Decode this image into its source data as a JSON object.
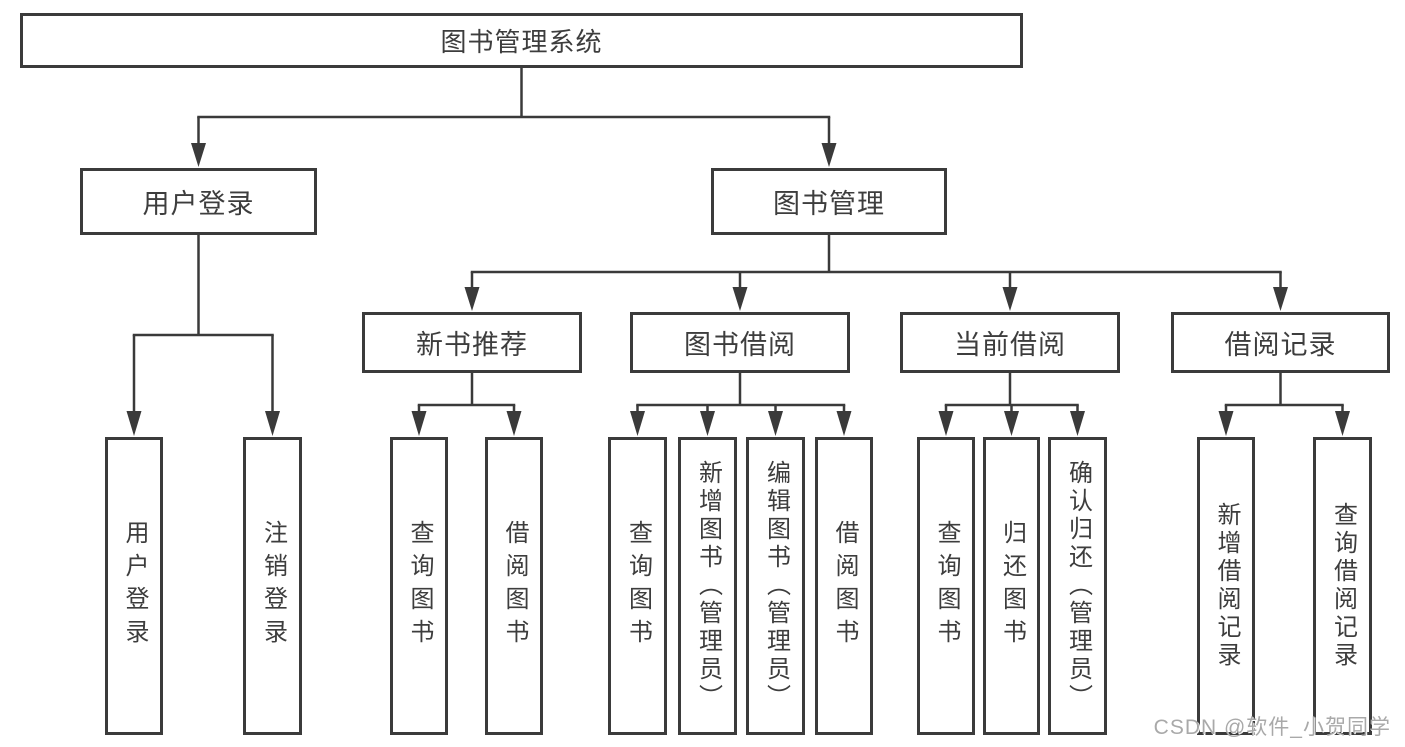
{
  "diagram": {
    "type": "hierarchy-tree",
    "colors": {
      "line": "#3a3a3a",
      "border": "#3b3b3b",
      "text": "#3d3d3d",
      "background": "#ffffff",
      "watermark": "#a9a9a9"
    },
    "tree": {
      "label": "图书管理系统",
      "children": [
        {
          "label": "用户登录",
          "children": [
            {
              "label": "用户登录"
            },
            {
              "label": "注销登录"
            }
          ]
        },
        {
          "label": "图书管理",
          "children": [
            {
              "label": "新书推荐",
              "children": [
                {
                  "label": "查询图书"
                },
                {
                  "label": "借阅图书"
                }
              ]
            },
            {
              "label": "图书借阅",
              "children": [
                {
                  "label": "查询图书"
                },
                {
                  "label": "新增图书（管理员）"
                },
                {
                  "label": "编辑图书（管理员）"
                },
                {
                  "label": "借阅图书"
                }
              ]
            },
            {
              "label": "当前借阅",
              "children": [
                {
                  "label": "查询图书"
                },
                {
                  "label": "归还图书"
                },
                {
                  "label": "确认归还（管理员）"
                }
              ]
            },
            {
              "label": "借阅记录",
              "children": [
                {
                  "label": "新增借阅记录"
                },
                {
                  "label": "查询借阅记录"
                }
              ]
            }
          ]
        }
      ]
    },
    "watermark": "CSDN @软件_小贺同学"
  }
}
